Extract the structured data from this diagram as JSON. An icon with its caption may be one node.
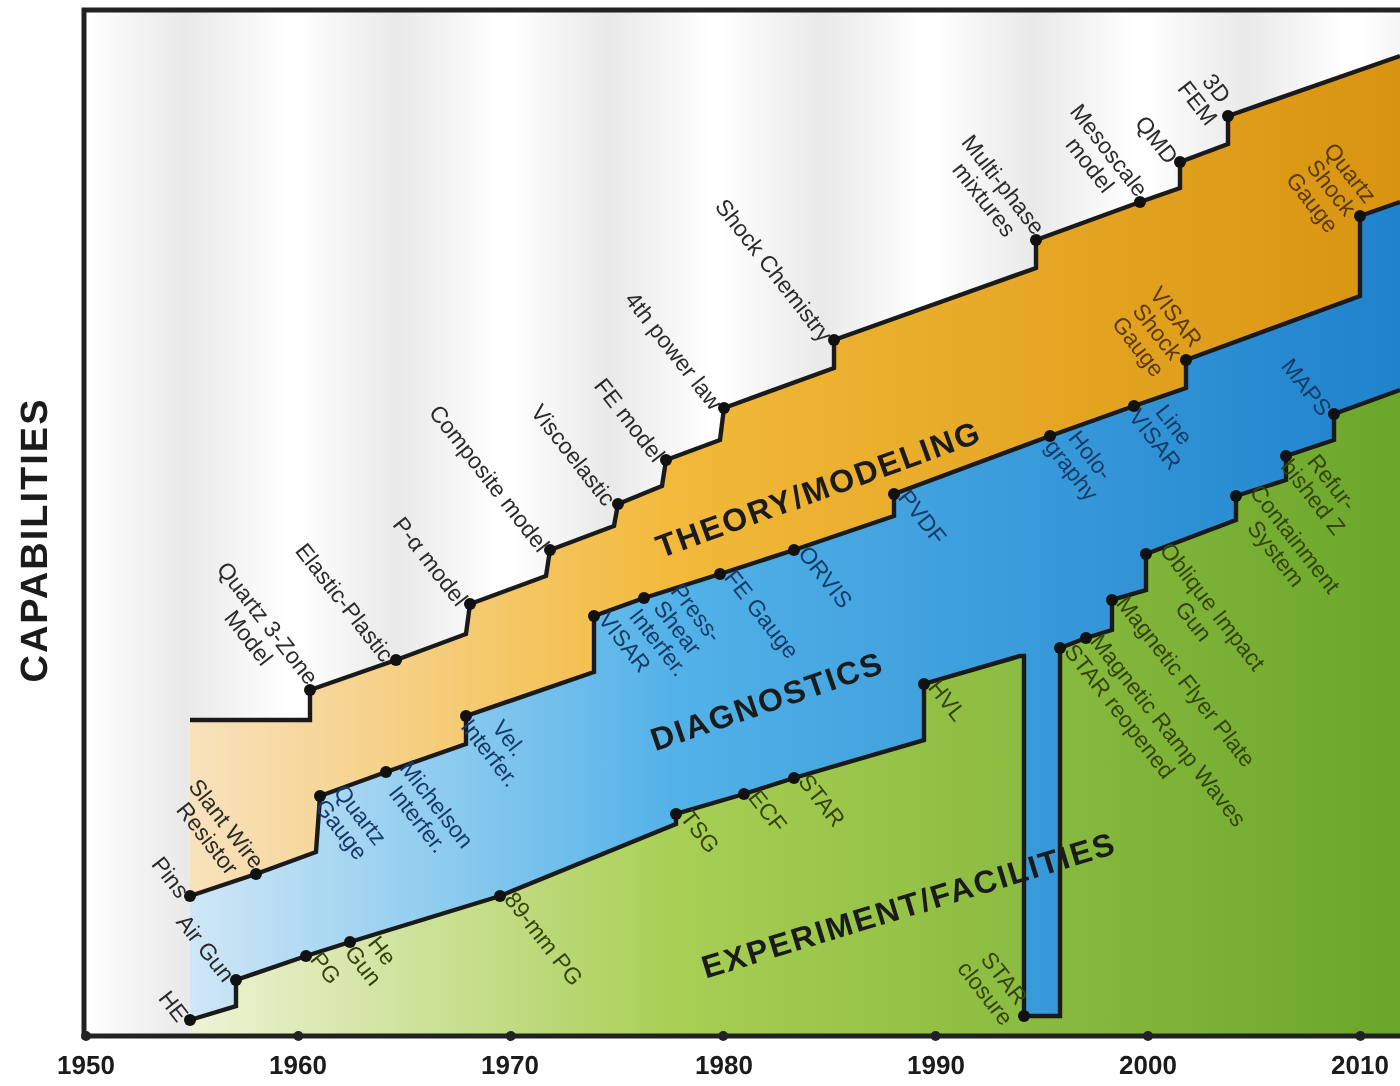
{
  "diagram": {
    "nodes": [
      {
        "text": [
          "THEORY/MODELING"
        ]
      },
      {
        "text": [
          "DIAGNOSTICS"
        ]
      },
      {
        "text": [
          "EXPERIMENT/FACILITIES"
        ]
      }
    ],
    "labels": [
      "CAPABILITIES",
      "Quartz 3-Zone Model",
      "Elastic-Plastic",
      "P-α model",
      "Composite model",
      "Viscoelastic",
      "FE model",
      "4th power law",
      "Shock Chemistry",
      "Multi-phase mixtures",
      "Mesoscale model",
      "QMD",
      "3D FEM",
      "Quartz Shock Gauge",
      "VISAR Shock Gauge",
      "Slant Wire Resistor",
      "Pins",
      "Quartz Gauge",
      "Michelson Interfer.",
      "Vel. Interfer.",
      "VISAR",
      "Press- Shear Interfer.",
      "FE Gauge",
      "ORVIS",
      "PVDF",
      "Holo- graphy",
      "Line VISAR",
      "MAPS",
      "Refur- bished Z",
      "Containment System",
      "Oblique Impact Gun",
      "Magnetic Flyer Plate",
      "Magnetic Ramp Waves",
      "STAR reopened",
      "Air Gun",
      "HE",
      "PG",
      "He Gun",
      "89-mm PG",
      "TSG",
      "ECF",
      "STAR",
      "HVL",
      "STAR closure",
      "1950",
      "1960",
      "1970",
      "1980",
      "1990",
      "2000",
      "2010"
    ]
  }
}
